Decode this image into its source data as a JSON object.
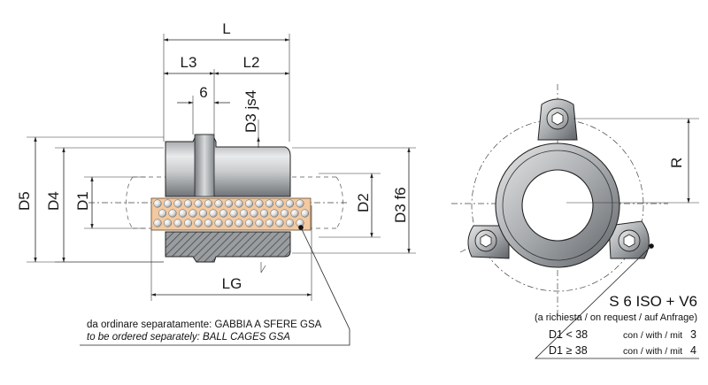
{
  "dimensions": {
    "L": "L",
    "L3": "L3",
    "L2": "L2",
    "six": "6",
    "D3js4": "D3 js4",
    "D5": "D5",
    "D4": "D4",
    "D1": "D1",
    "D2": "D2",
    "D3f6": "D3 f6",
    "LG": "LG",
    "R": "R"
  },
  "note": {
    "line1": "da ordinare separatamente: GABBIA A SFERE GSA",
    "line2": "to be ordered separately: BALL CAGES GSA"
  },
  "spec": {
    "title": "S 6 ISO + V6",
    "subtitle": "(a richiesta / on request / auf Anfrage)",
    "row1_cond": "D1 < 38",
    "row1_small": "con / with / mit",
    "row1_val": "3",
    "row2_cond": "D1 ≥ 38",
    "row2_small": "con / with / mit",
    "row2_val": "4"
  }
}
